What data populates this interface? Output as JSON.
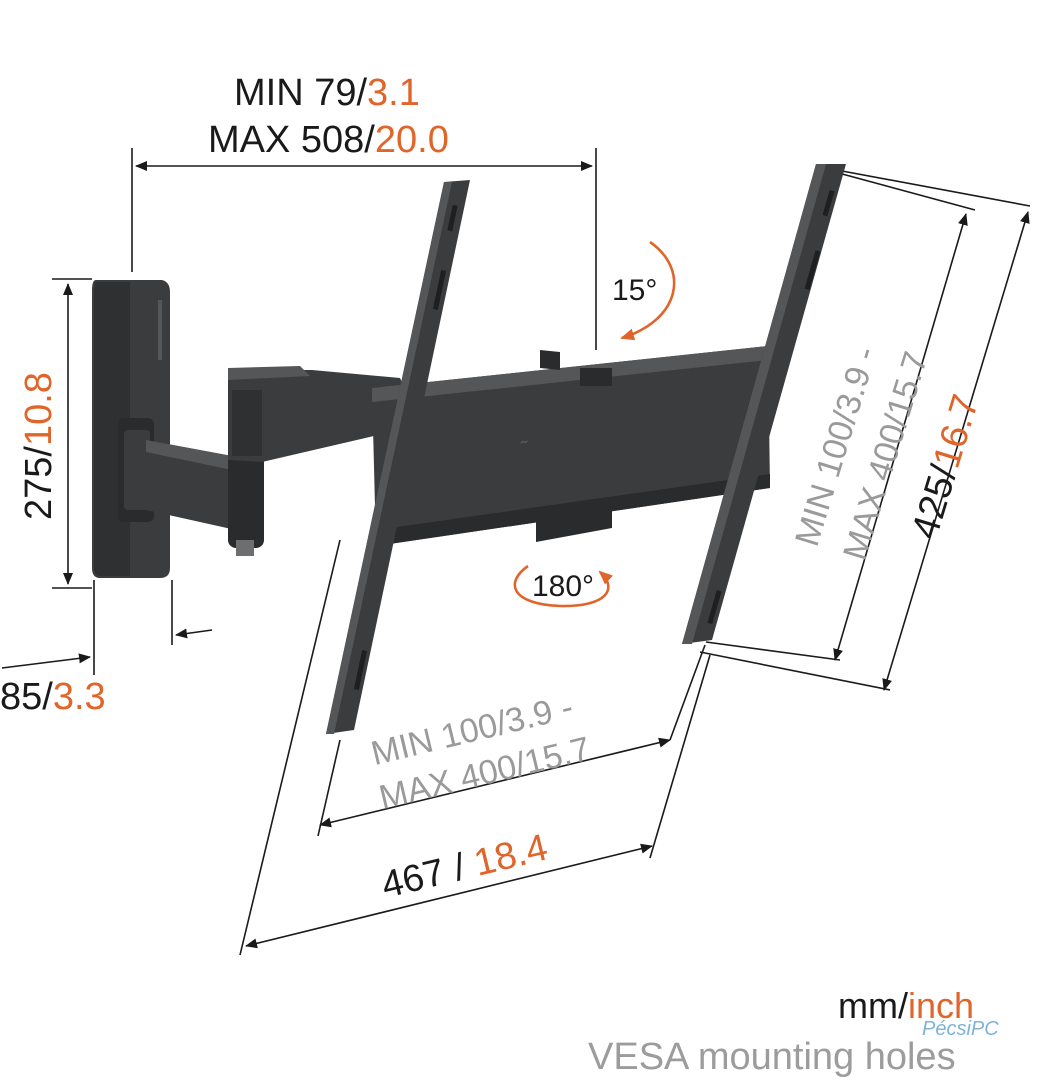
{
  "colors": {
    "mount": "#3b3c3e",
    "mount_dark": "#2a2b2d",
    "mount_light": "#545658",
    "line": "#1a1a1a",
    "orange": "#e0652a",
    "grey": "#9a9a9a"
  },
  "width_dim": {
    "min_label": "MIN 79/",
    "min_value": "3.1",
    "max_label": "MAX 508/",
    "max_value": "20.0"
  },
  "plate_height": {
    "mm": "275/",
    "inch": "10.8"
  },
  "depth": {
    "mm": "85/",
    "inch": "3.3"
  },
  "tilt": {
    "label": "15°"
  },
  "rotate": {
    "label": "180°"
  },
  "vesa_horizontal": {
    "min_label": "MIN 100/",
    "min_value": "3.9 -",
    "max_label": "MAX 400/",
    "max_value": "15.7"
  },
  "vesa_vertical": {
    "min_label": "MIN 100/",
    "min_value": "3.9 -",
    "max_label": "MAX 400/",
    "max_value": "15.7"
  },
  "overall_height": {
    "mm": "425/",
    "inch": "16.7"
  },
  "overall_width": {
    "mm": "467 / ",
    "inch": "18.4"
  },
  "units": {
    "mm": "mm/",
    "inch": "inch"
  },
  "caption": "VESA mounting holes",
  "watermark": "PécsiPC"
}
